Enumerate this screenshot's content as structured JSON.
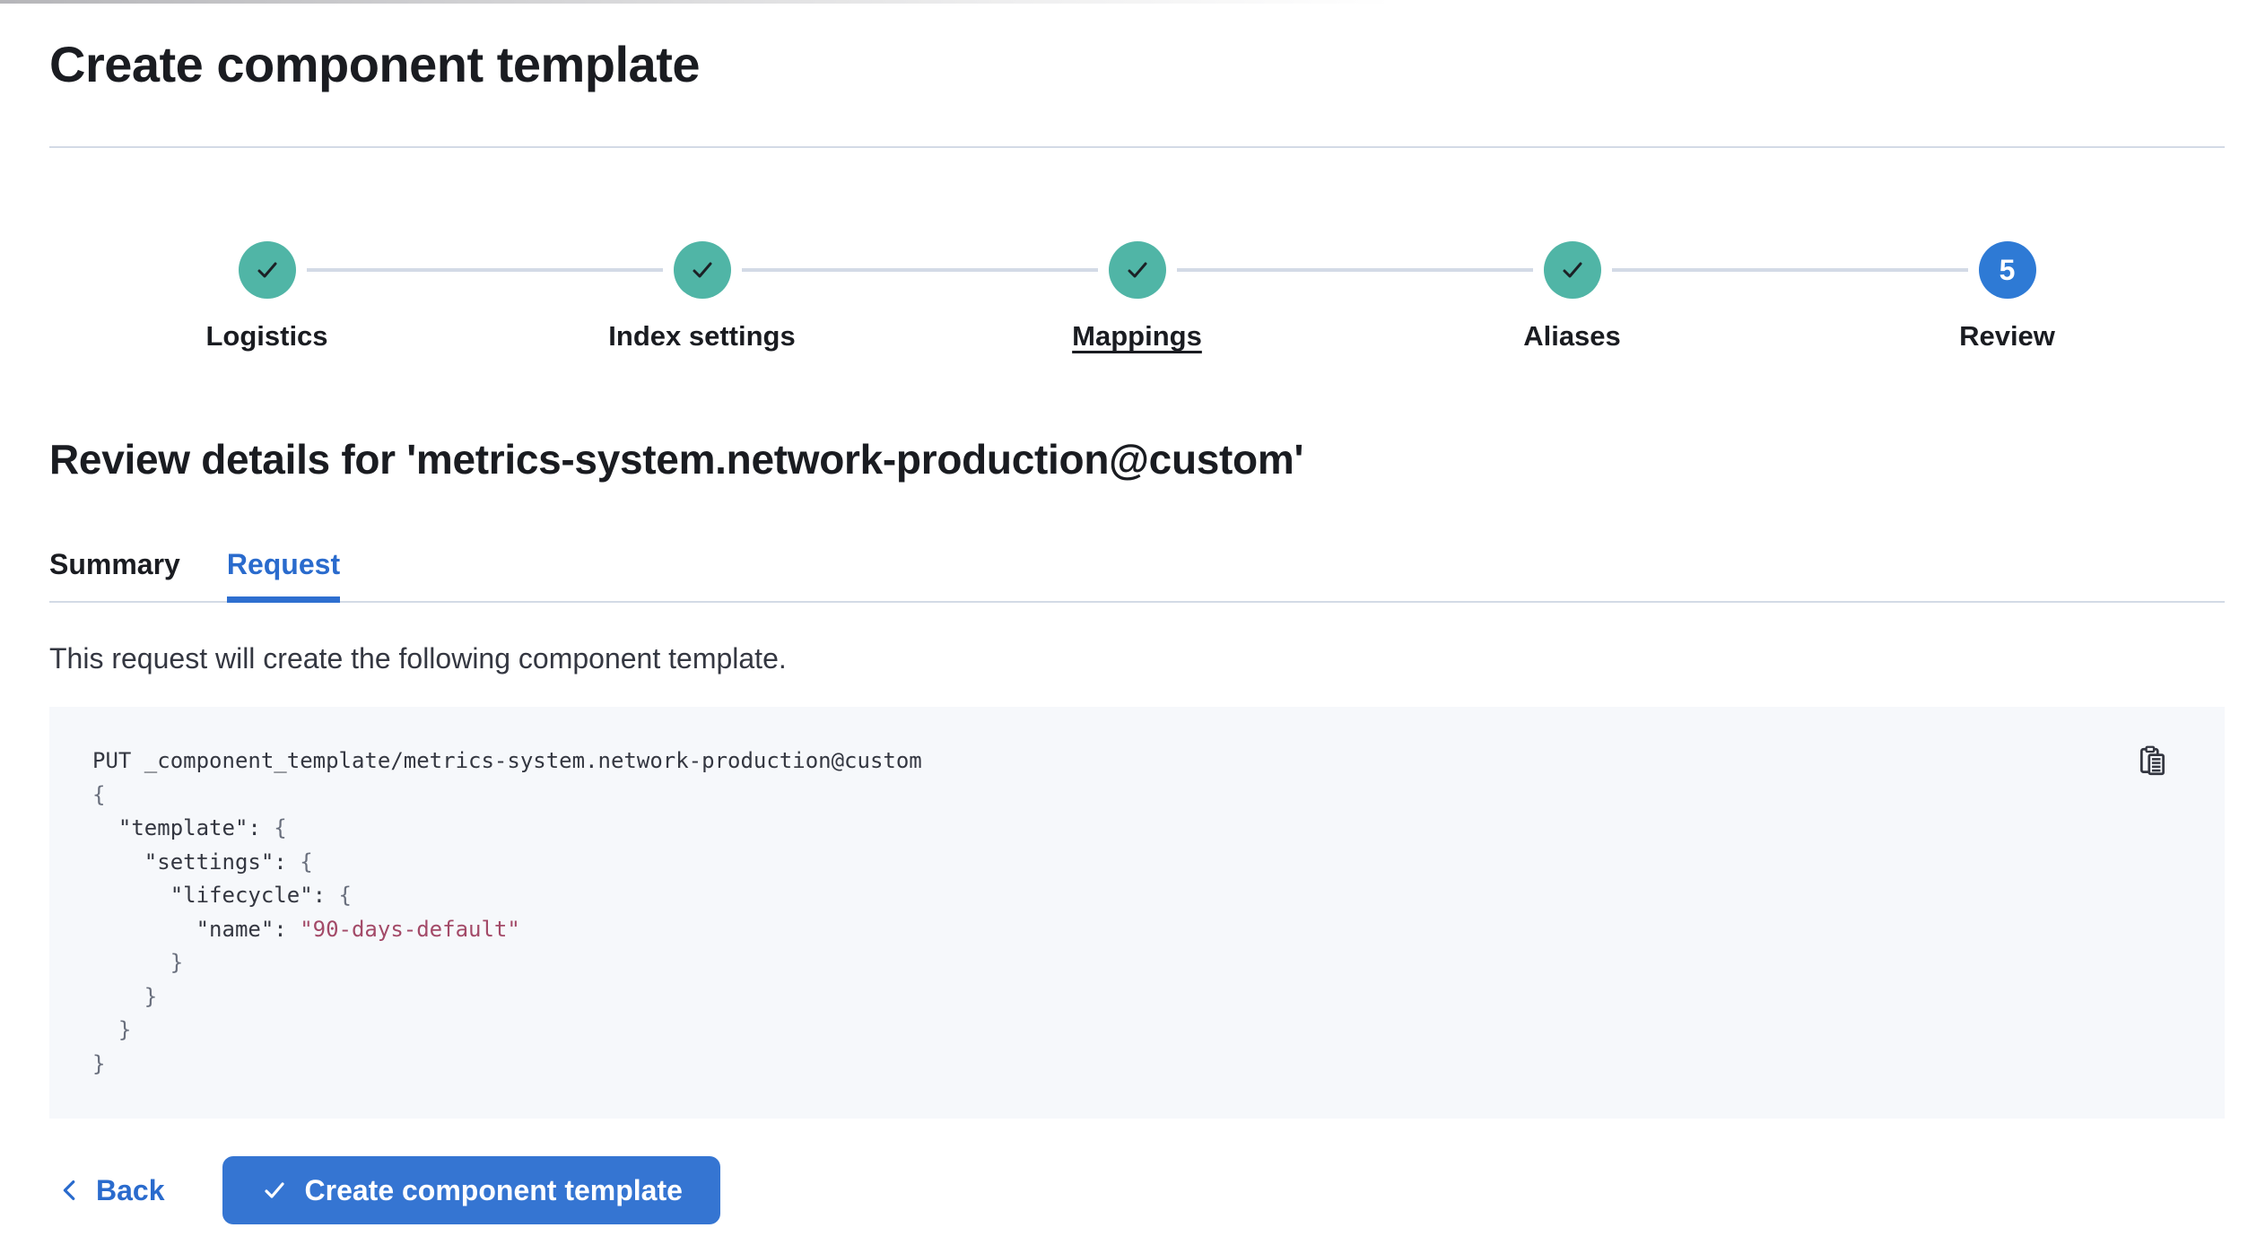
{
  "page": {
    "title": "Create component template"
  },
  "stepper": {
    "steps": [
      {
        "label": "Logistics",
        "status": "complete",
        "underlined": false
      },
      {
        "label": "Index settings",
        "status": "complete",
        "underlined": false
      },
      {
        "label": "Mappings",
        "status": "complete",
        "underlined": true
      },
      {
        "label": "Aliases",
        "status": "complete",
        "underlined": false
      },
      {
        "label": "Review",
        "status": "current",
        "number": "5",
        "underlined": false
      }
    ]
  },
  "review": {
    "heading": "Review details for 'metrics-system.network-production@custom'",
    "tabs": [
      {
        "label": "Summary",
        "active": false
      },
      {
        "label": "Request",
        "active": true
      }
    ],
    "description": "This request will create the following component template."
  },
  "code": {
    "copy_icon": "copy-clipboard-icon",
    "lines": [
      {
        "segments": [
          {
            "c": "plain",
            "t": "PUT _component_template/metrics-system.network-production@custom"
          }
        ]
      },
      {
        "segments": [
          {
            "c": "punct",
            "t": "{"
          }
        ]
      },
      {
        "segments": [
          {
            "c": "plain",
            "t": "  \"template\": "
          },
          {
            "c": "punct",
            "t": "{"
          }
        ]
      },
      {
        "segments": [
          {
            "c": "plain",
            "t": "    \"settings\": "
          },
          {
            "c": "punct",
            "t": "{"
          }
        ]
      },
      {
        "segments": [
          {
            "c": "plain",
            "t": "      \"lifecycle\": "
          },
          {
            "c": "punct",
            "t": "{"
          }
        ]
      },
      {
        "segments": [
          {
            "c": "plain",
            "t": "        \"name\": "
          },
          {
            "c": "string",
            "t": "\"90-days-default\""
          }
        ]
      },
      {
        "segments": [
          {
            "c": "punct",
            "t": "      }"
          }
        ]
      },
      {
        "segments": [
          {
            "c": "punct",
            "t": "    }"
          }
        ]
      },
      {
        "segments": [
          {
            "c": "punct",
            "t": "  }"
          }
        ]
      },
      {
        "segments": [
          {
            "c": "punct",
            "t": "}"
          }
        ]
      }
    ]
  },
  "footer": {
    "back_label": "Back",
    "create_label": "Create component template"
  },
  "colors": {
    "step_complete_teal": "#50b5a6",
    "step_current_blue": "#2e7ad5",
    "tab_active_blue": "#2a6bcd",
    "button_blue": "#3575d2",
    "code_background": "#f6f8fb",
    "code_string_rose": "#a34a68",
    "divider_gray": "#d3dae6",
    "heading_text": "#1a1c21",
    "body_text": "#343741"
  }
}
